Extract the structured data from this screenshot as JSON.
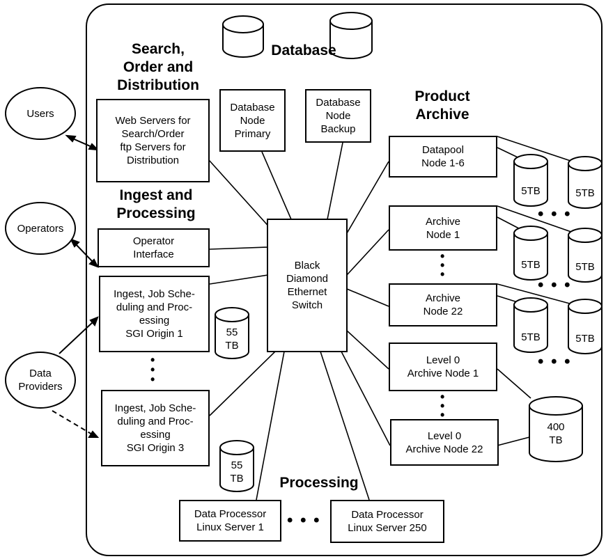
{
  "headings": {
    "search": "Search,\nOrder and\nDistribution",
    "database": "Database",
    "product_archive": "Product\nArchive",
    "ingest": "Ingest and\nProcessing",
    "processing": "Processing"
  },
  "actors": {
    "users": "Users",
    "operators": "Operators",
    "data_providers": "Data\nProviders"
  },
  "boxes": {
    "web_servers": "Web Servers for\nSearch/Order\nftp Servers for\nDistribution",
    "db_primary": "Database\nNode\nPrimary",
    "db_backup": "Database\nNode\nBackup",
    "operator_interface": "Operator\nInterface",
    "switch": "Black\nDiamond\nEthernet\nSwitch",
    "ingest_1": "Ingest, Job Sche-\nduling and Proc-\nessing\nSGI Origin 1",
    "ingest_3": "Ingest, Job Sche-\nduling and Proc-\nessing\nSGI Origin 3",
    "datapool": "Datapool\nNode 1-6",
    "archive_1": "Archive\nNode 1",
    "archive_22": "Archive\nNode 22",
    "level0_1": "Level 0\nArchive Node 1",
    "level0_22": "Level 0\nArchive Node 22",
    "dp_1": "Data Processor\nLinux Server 1",
    "dp_250": "Data Processor\nLinux Server 250"
  },
  "storage": {
    "ingest_1_disk": "55\nTB",
    "ingest_3_disk": "55\nTB",
    "datapool_disk_a": "5TB",
    "datapool_disk_b": "5TB",
    "archive_1_disk_a": "5TB",
    "archive_1_disk_b": "5TB",
    "archive_22_disk_a": "5TB",
    "archive_22_disk_b": "5TB",
    "level0_disk": "400\nTB"
  },
  "ellipsis": {
    "horizontal": "• • •",
    "vertical": "•\n•\n•"
  }
}
